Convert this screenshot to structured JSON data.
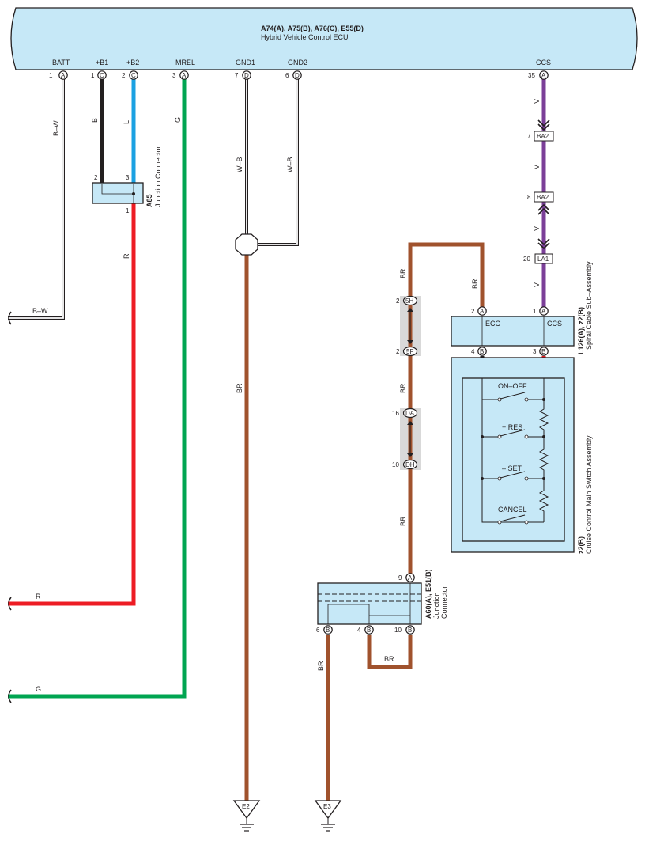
{
  "ecu": {
    "connectors": "A74(A), A75(B), A76(C), E55(D)",
    "name": "Hybrid Vehicle Control ECU",
    "terminals": [
      {
        "label": "BATT",
        "pin": "1",
        "conn": "A"
      },
      {
        "label": "+B1",
        "pin": "1",
        "conn": "C"
      },
      {
        "label": "+B2",
        "pin": "2",
        "conn": "C"
      },
      {
        "label": "MREL",
        "pin": "3",
        "conn": "A"
      },
      {
        "label": "GND1",
        "pin": "7",
        "conn": "D"
      },
      {
        "label": "GND2",
        "pin": "6",
        "conn": "D"
      },
      {
        "label": "CCS",
        "pin": "35",
        "conn": "A"
      }
    ]
  },
  "junction_a85": {
    "code": "A85",
    "name": "Junction Connector",
    "pins": [
      "2",
      "3",
      "1"
    ]
  },
  "wire_colors": {
    "bw": "B–W",
    "b": "B",
    "l": "L",
    "g": "G",
    "wb": "W–B",
    "r": "R",
    "br": "BR",
    "v": "V"
  },
  "colors": {
    "black": "#231f20",
    "blue": "#1ba1e2",
    "green": "#00a551",
    "red": "#ed1c24",
    "brown": "#a0522d",
    "violet": "#7b3f98",
    "connector_fill": "#c6e8f7",
    "inline_fill": "#d9d9d9"
  },
  "inline_connectors": {
    "ba2_top": {
      "pin": "7",
      "code": "BA2"
    },
    "ba2_bottom": {
      "pin": "8",
      "code": "BA2"
    },
    "la1": {
      "pin": "20",
      "code": "LA1"
    },
    "c5h": {
      "pin": "2",
      "code": "5H"
    },
    "c5f": {
      "pin": "2",
      "code": "5F"
    },
    "cda": {
      "pin": "16",
      "code": "DA"
    },
    "cdh": {
      "pin": "10",
      "code": "DH"
    }
  },
  "spiral_cable": {
    "code": "L126(A), z2(B)",
    "name": "Spiral Cable Sub–Assembly",
    "ecc": "ECC",
    "ccs": "CCS",
    "pins": {
      "ecc_top": "2",
      "ccs_top": "1",
      "ecc_bottom": "4",
      "ccs_bottom": "3"
    },
    "conn": {
      "top": "A",
      "bottom": "B"
    }
  },
  "cruise_switch": {
    "code": "z2(B)",
    "name": "Cruise Control Main Switch Assembly",
    "switches": [
      "ON–OFF",
      "+ RES",
      "– SET",
      "CANCEL"
    ]
  },
  "junction_a60": {
    "code": "A60(A), E51(B)",
    "name_line1": "Junction",
    "name_line2": "Connector",
    "pins": {
      "top": "9",
      "b6": "6",
      "b4": "4",
      "b10": "10"
    },
    "conn": {
      "top": "A",
      "bottom": "B"
    }
  },
  "grounds": {
    "e2": "E2",
    "e3": "E3"
  }
}
